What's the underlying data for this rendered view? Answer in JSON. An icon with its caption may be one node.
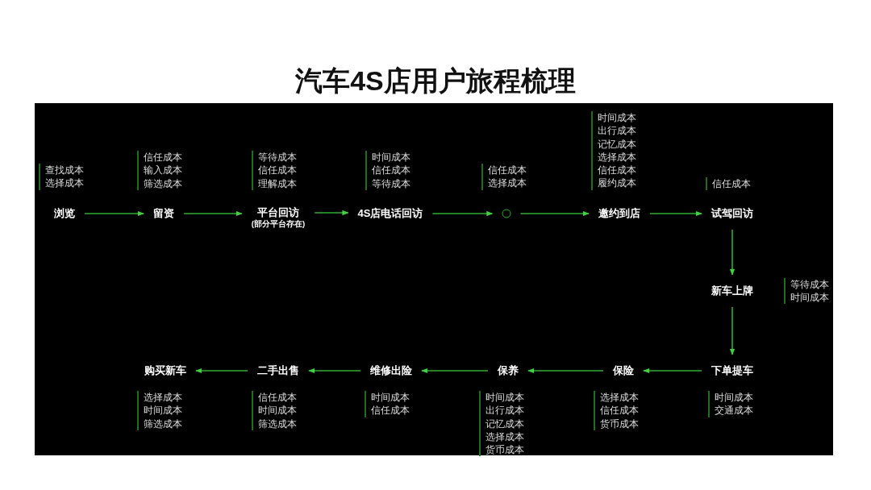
{
  "diagram": {
    "title": "汽车4S店用户旅程梳理",
    "nodes": [
      {
        "text": [
          "浏览"
        ],
        "beside": [
          "查找成本",
          "选择成本"
        ]
      },
      {
        "text": [
          "留资"
        ],
        "beside": [
          "信任成本",
          "输入成本",
          "筛选成本"
        ]
      },
      {
        "text": [
          "平台回访",
          "(部分平台存在)"
        ],
        "beside": [
          "等待成本",
          "信任成本",
          "理解成本"
        ]
      },
      {
        "text": [
          "4S店电话回访"
        ],
        "beside": [
          "时间成本",
          "信任成本",
          "等待成本"
        ]
      },
      {
        "text": [],
        "shape": "circle",
        "beside": [
          "信任成本",
          "选择成本"
        ]
      },
      {
        "text": [
          "邀约到店"
        ],
        "beside": [
          "时间成本",
          "出行成本",
          "记忆成本",
          "选择成本",
          "信任成本",
          "履约成本"
        ]
      },
      {
        "text": [
          "试驾回访"
        ],
        "beside": [
          "信任成本"
        ]
      },
      {
        "text": [
          "新车上牌"
        ],
        "beside": [
          "等待成本",
          "时间成本"
        ]
      },
      {
        "text": [
          "下单提车"
        ],
        "beside": [
          "时间成本",
          "交通成本"
        ]
      },
      {
        "text": [
          "保险"
        ],
        "beside": [
          "选择成本",
          "信任成本",
          "货币成本"
        ]
      },
      {
        "text": [
          "保养"
        ],
        "beside": [
          "时间成本",
          "出行成本",
          "记忆成本",
          "选择成本",
          "货币成本"
        ]
      },
      {
        "text": [
          "维修出险"
        ],
        "beside": [
          "时间成本",
          "信任成本"
        ]
      },
      {
        "text": [
          "二手出售"
        ],
        "beside": [
          "信任成本",
          "时间成本",
          "筛选成本"
        ]
      },
      {
        "text": [
          "购买新车"
        ],
        "beside": [
          "选择成本",
          "时间成本",
          "筛选成本"
        ]
      }
    ],
    "edges": [
      {
        "from": 0,
        "to": 1,
        "arrow": "to"
      },
      {
        "from": 1,
        "to": 2,
        "arrow": "to"
      },
      {
        "from": 2,
        "to": 3,
        "arrow": "to"
      },
      {
        "from": 3,
        "to": 4,
        "arrow": "to"
      },
      {
        "from": 4,
        "to": 5,
        "arrow": "to"
      },
      {
        "from": 5,
        "to": 6,
        "arrow": "to"
      },
      {
        "from": 6,
        "to": 7,
        "arrow": "to"
      },
      {
        "from": 7,
        "to": 8,
        "arrow": "to"
      },
      {
        "from": 8,
        "to": 9,
        "arrow": "to"
      },
      {
        "from": 9,
        "to": 10,
        "arrow": "to"
      },
      {
        "from": 10,
        "to": 11,
        "arrow": "to"
      },
      {
        "from": 11,
        "to": 12,
        "arrow": "to"
      },
      {
        "from": 12,
        "to": 13,
        "arrow": "to"
      }
    ]
  }
}
